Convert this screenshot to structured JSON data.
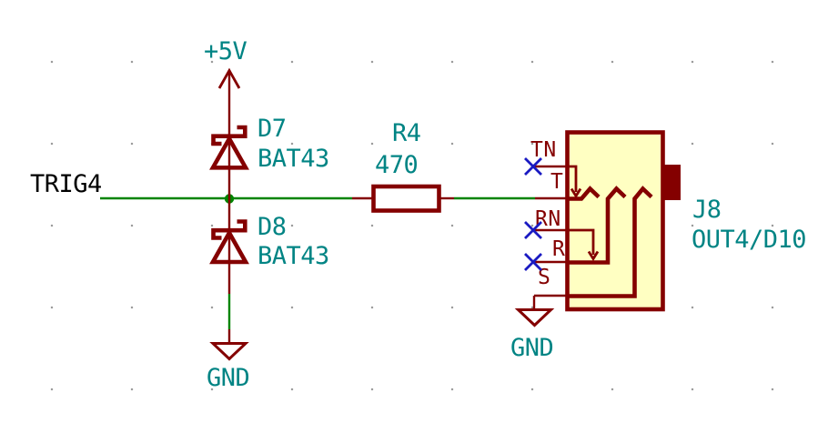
{
  "schematic": {
    "net_label": "TRIG4",
    "power": {
      "vcc_label": "+5V",
      "gnd_label_left": "GND",
      "gnd_label_right": "GND"
    },
    "d7": {
      "ref": "D7",
      "value": "BAT43"
    },
    "d8": {
      "ref": "D8",
      "value": "BAT43"
    },
    "r4": {
      "ref": "R4",
      "value": "470"
    },
    "j8": {
      "ref": "J8",
      "value": "OUT4/D10",
      "pins": [
        "TN",
        "T",
        "RN",
        "R",
        "S"
      ]
    },
    "colors": {
      "wire": "#008400",
      "symbol_outline": "#840000",
      "value_label": "#008484",
      "no_connect": "#1A1AC2",
      "connector_fill": "#FFFFC2",
      "net_label_text": "#000000"
    }
  }
}
